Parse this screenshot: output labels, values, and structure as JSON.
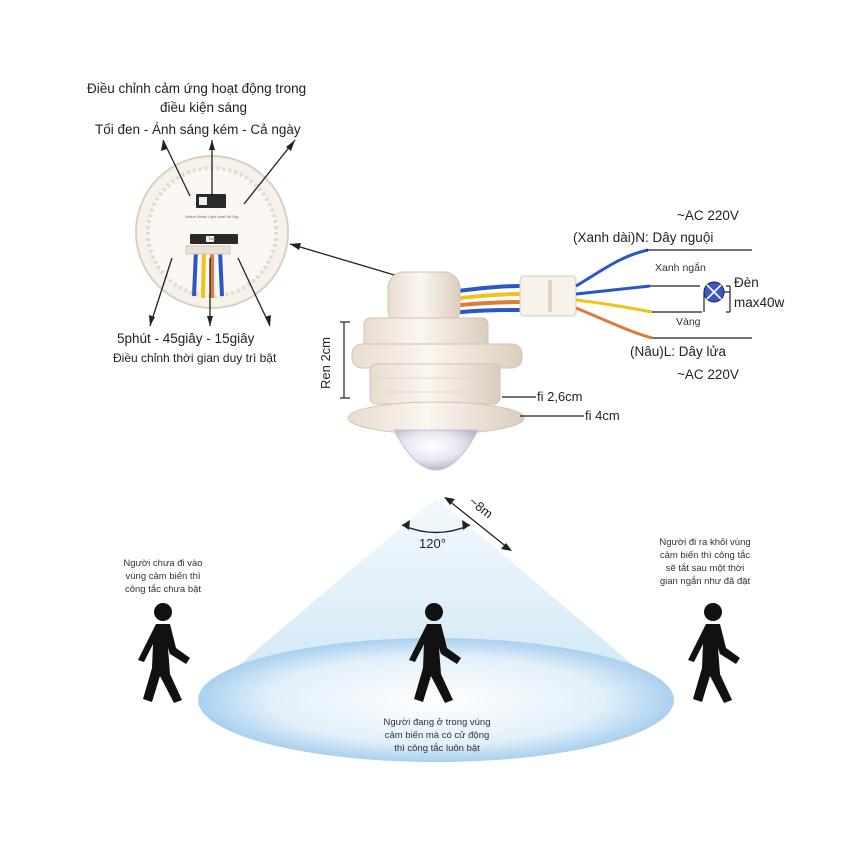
{
  "sensor_dial": {
    "light_title_line1": "Điều chỉnh cảm ứng hoạt động trong",
    "light_title_line2": "điều kiện sáng",
    "light_options": "Tối đen - Ánh sáng kém - Cả ngày",
    "time_options": "5phút  -  45giây  -  15giây",
    "time_title": "Điều chỉnh thời gian duy trì bật"
  },
  "wiring": {
    "ac_top": "~AC 220V",
    "neutral_label": "(Xanh dài)N: Dây nguội",
    "short_blue": "Xanh ngắn",
    "lamp_line1": "Đèn",
    "lamp_line2": "max40w",
    "yellow": "Vàng",
    "live_label": "(Nâu)L: Dây lửa",
    "ac_bottom": "~AC 220V"
  },
  "dimensions": {
    "thread": "Ren 2cm",
    "dia_small": "fi 2,6cm",
    "dia_large": "fi 4cm"
  },
  "detection": {
    "angle": "120°",
    "range": "~8m",
    "left_note": [
      "Người chưa đi vào",
      "vùng cảm biến thì",
      "công tắc chưa bật"
    ],
    "center_note": [
      "Người đang ở trong vùng",
      "cảm biến mà có cử động",
      "thì công tắc luôn bật"
    ],
    "right_note": [
      "Người đi ra khỏi vùng",
      "cảm biến thì công tắc",
      "sẽ tắt sau một thời",
      "gian ngắn như đã đặt"
    ]
  },
  "colors": {
    "wire_blue": "#2b56c8",
    "wire_yellow": "#f2c21a",
    "wire_brown": "#e07a3a",
    "cone_blue": "#cfe6f6",
    "body_white": "#f4ede4"
  }
}
